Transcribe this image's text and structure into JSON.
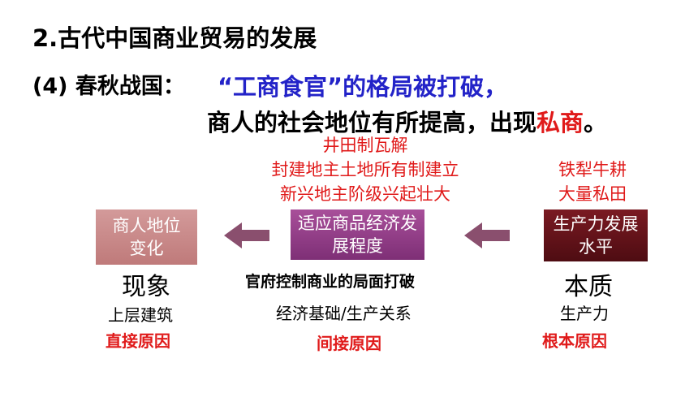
{
  "heading": "2.古代中国商业贸易的发展",
  "section_label": "(4) 春秋战国：",
  "statement_line1": "“工商食官”的格局被打破，",
  "statement_line2_prefix": "商人的社会地位有所提高，出现",
  "statement_line2_highlight": "私商",
  "statement_line2_suffix": "。",
  "middle_causes": [
    "井田制瓦解",
    "封建地主土地所有制建立",
    "新兴地主阶级兴起壮大"
  ],
  "right_causes": [
    "铁犁牛耕",
    "大量私田"
  ],
  "boxes": {
    "left": "商人地位变化",
    "middle": "适应商品经济发展程度",
    "right": "生产力发展水平"
  },
  "columns": {
    "left": {
      "main": "现象",
      "sub": "上层建筑",
      "reason": "直接原因"
    },
    "middle": {
      "main": "官府控制商业的局面打破",
      "sub": "经济基础/生产关系",
      "reason": "间接原因"
    },
    "right": {
      "main": "本质",
      "sub": "生产力",
      "reason": "根本原因"
    }
  },
  "colors": {
    "title_blue": "#2323c8",
    "accent_red": "#e01a1a",
    "box_left": "#c98a8a",
    "box_middle": "#95408a",
    "box_right": "#651219",
    "arrow": "#8a4f6e"
  }
}
